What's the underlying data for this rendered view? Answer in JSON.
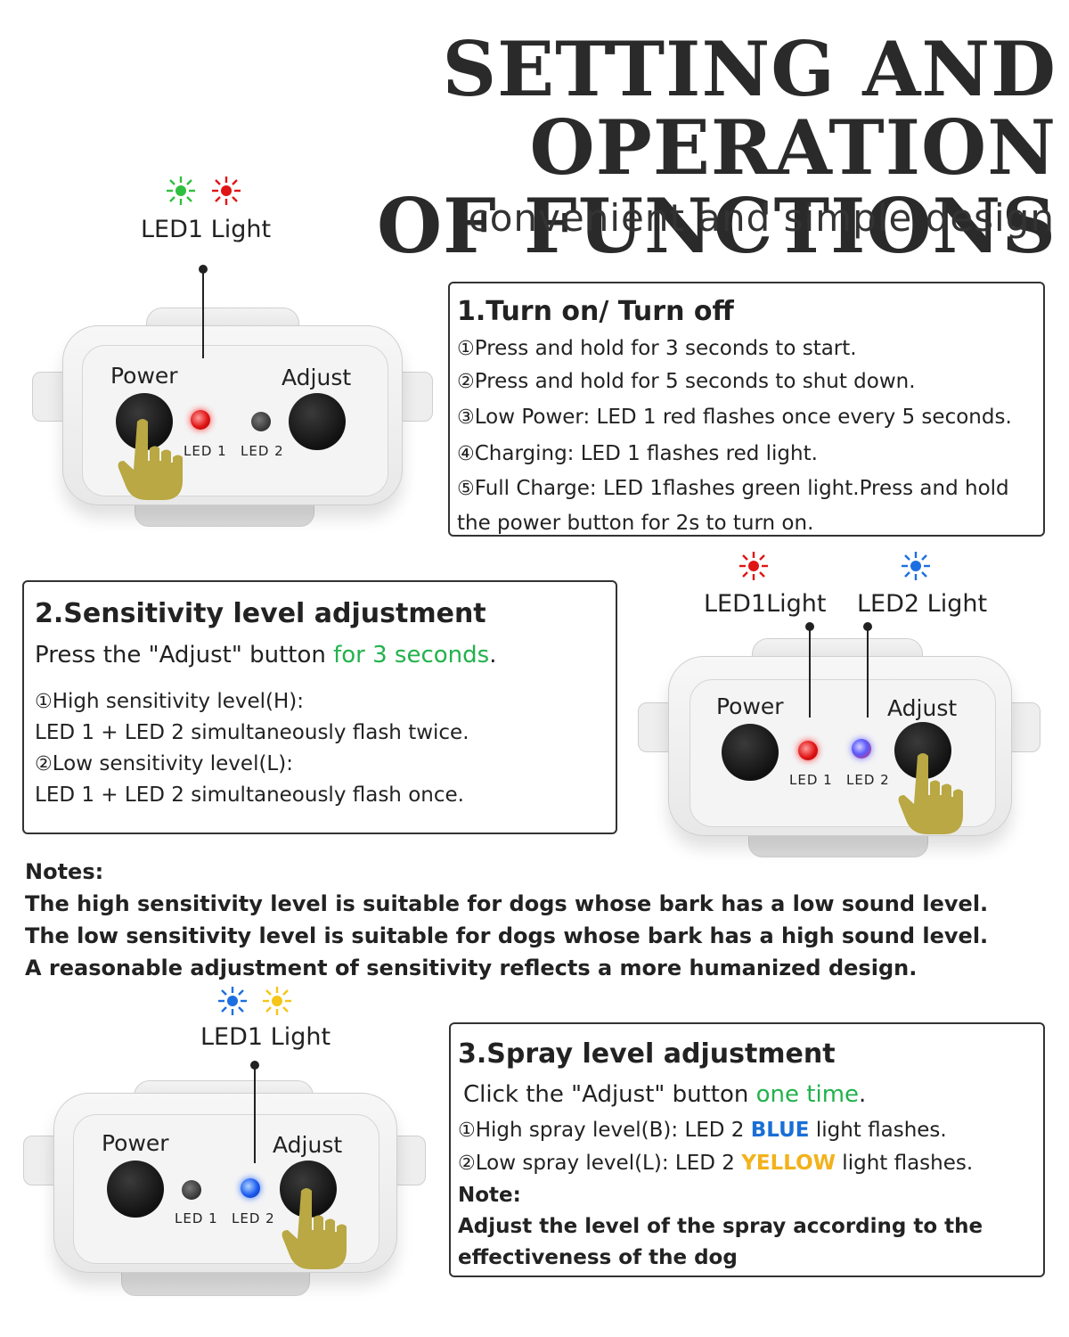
{
  "title": {
    "line1": "SETTING AND OPERATION",
    "line2": "OF FUNCTIONS"
  },
  "subtitle": "convenient and simple design",
  "colors": {
    "green_text": "#22b24c",
    "blue_text": "#1a6fd6",
    "yellow_text": "#f2b21b",
    "led_red": "#e01515",
    "led_blue": "#1c5cf0",
    "led_green": "#2fbf3f",
    "led_yellow": "#f5c518",
    "hand": "#b9a843"
  },
  "device_labels": {
    "power": "Power",
    "adjust": "Adjust",
    "led1": "LED 1",
    "led2": "LED 2"
  },
  "section1": {
    "title": "1.Turn on/ Turn off",
    "items": [
      {
        "num": "①",
        "text": "Press and hold for 3 seconds to start."
      },
      {
        "num": "②",
        "text": "Press and hold for 5 seconds to shut down."
      },
      {
        "num": "③",
        "text": "Low Power: LED 1 red flashes once every 5 seconds."
      },
      {
        "num": "④",
        "text": "Charging: LED 1 flashes red light."
      },
      {
        "num": "⑤",
        "text": "Full Charge: LED 1flashes green light.Press and hold"
      }
    ],
    "continuation": "the power button for 2s to turn on.",
    "caption": "LED1 Light"
  },
  "section2": {
    "title": "2.Sensitivity level adjustment",
    "instruction_prefix": "Press the \"Adjust\" button ",
    "instruction_highlight": "for 3 seconds",
    "instruction_suffix": ".",
    "items": [
      {
        "num": "①",
        "text": "High sensitivity level(H):"
      },
      {
        "num": "",
        "text": "LED 1 + LED 2 simultaneously flash twice."
      },
      {
        "num": "②",
        "text": "Low sensitivity level(L):"
      },
      {
        "num": "",
        "text": "LED 1 + LED 2 simultaneously flash once."
      }
    ],
    "caption_led1": "LED1Light",
    "caption_led2": "LED2 Light"
  },
  "notes": {
    "heading": "Notes:",
    "lines": [
      "The high sensitivity level is suitable for dogs whose bark has a low sound level.",
      "The low sensitivity level is suitable for dogs whose bark has a high sound level.",
      "A reasonable adjustment of sensitivity reflects a more humanized design."
    ]
  },
  "section3": {
    "title": "3.Spray level adjustment",
    "instruction_prefix": "Click the \"Adjust\" button ",
    "instruction_highlight": "one time",
    "instruction_suffix": ".",
    "item1": {
      "num": "①",
      "prefix": "High spray level(B):  LED 2 ",
      "highlight": "BLUE",
      "suffix": " light flashes."
    },
    "item2": {
      "num": "②",
      "prefix": "Low spray level(L): LED 2 ",
      "highlight": "YELLOW",
      "suffix": " light flashes."
    },
    "note_heading": "Note:",
    "note_lines": [
      "Adjust the level of the spray according to the",
      "effectiveness of the dog"
    ],
    "caption": "LED1 Light"
  }
}
